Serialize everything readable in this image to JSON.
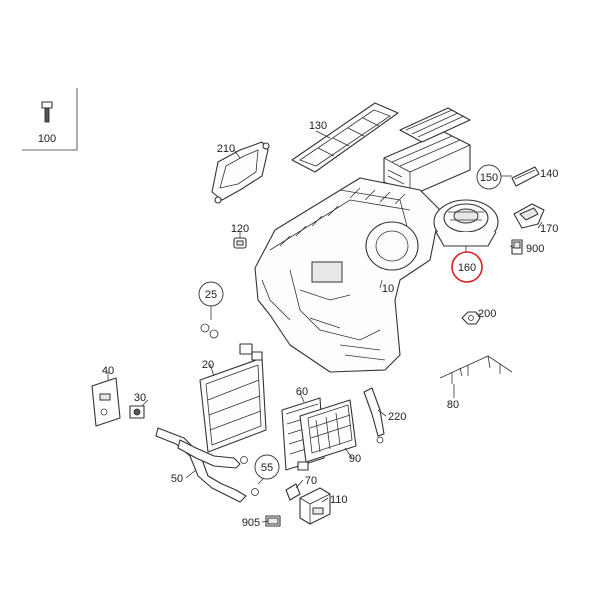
{
  "colors": {
    "highlight": "#d62020",
    "line": "#333333"
  },
  "callouts": {
    "c10": "10",
    "c20": "20",
    "c25": "25",
    "c30": "30",
    "c40": "40",
    "c50": "50",
    "c55": "55",
    "c60": "60",
    "c70": "70",
    "c80": "80",
    "c90": "90",
    "c100": "100",
    "c110": "110",
    "c120": "120",
    "c130": "130",
    "c140": "140",
    "c150": "150",
    "c160": "160",
    "c170": "170",
    "c200": "200",
    "c210": "210",
    "c220": "220",
    "c900": "900",
    "c905": "905"
  },
  "highlighted_part": "160"
}
